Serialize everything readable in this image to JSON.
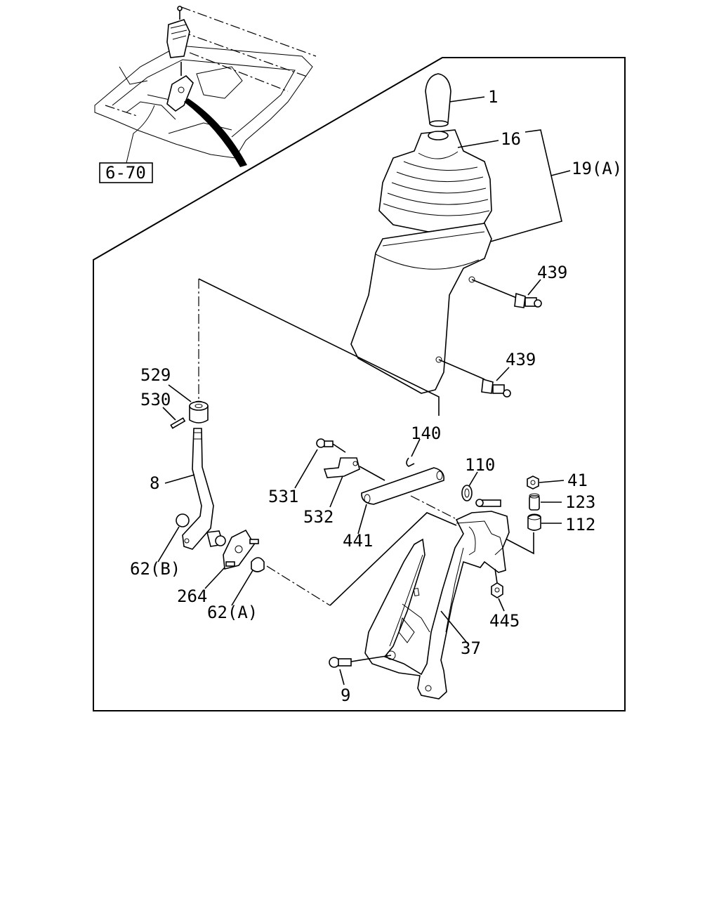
{
  "reference_box": "6-70",
  "labels": {
    "knob": "1",
    "boot": "16",
    "boot_assembly": "19(A)",
    "screw_upper": "439",
    "screw_lower": "439",
    "bushing": "529",
    "pin": "530",
    "shift_lever": "8",
    "ball_b": "62(B)",
    "plate": "264",
    "ball_a": "62(A)",
    "bolt_531": "531",
    "bracket_532": "532",
    "clip": "140",
    "link": "441",
    "washer": "110",
    "nut_41": "41",
    "collar": "123",
    "grommet": "112",
    "nut_445": "445",
    "bracket_37": "37",
    "bolt_9": "9"
  },
  "icons": [
    "gear-shift-knob-icon",
    "shift-boot-icon",
    "shift-lever-icon",
    "bracket-icon",
    "bolt-icon",
    "nut-icon"
  ]
}
